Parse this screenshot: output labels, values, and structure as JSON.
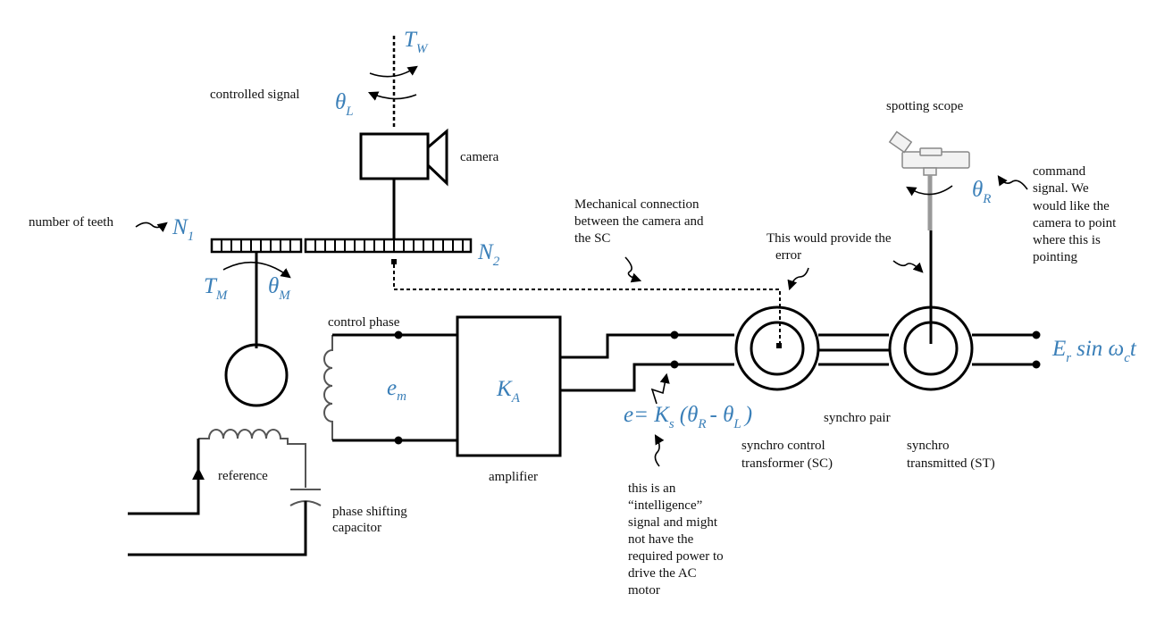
{
  "colors": {
    "symbol": "#3a7fb8",
    "line": "#000000",
    "coil": "#555555"
  },
  "icons": {
    "scope": "spotting-scope-icon",
    "camera": "camera-icon"
  },
  "labels": {
    "controlled_signal": "controlled signal",
    "camera": "camera",
    "number_of_teeth": "number of teeth",
    "mechanical_1": "Mechanical connection",
    "mechanical_2": "between the camera and",
    "mechanical_3": "the SC",
    "provide_1": "This would provide the",
    "provide_2": "error",
    "spotting_scope": "spotting scope",
    "command_1": "command",
    "command_2": "signal. We",
    "command_3": "would like the",
    "command_4": "camera to point",
    "command_5": "where this is",
    "command_6": "pointing",
    "control_phase": "control phase",
    "reference": "reference",
    "phase_1": "phase shifting",
    "phase_2": "capacitor",
    "amplifier": "amplifier",
    "synchro_pair": "synchro pair",
    "sc_1": "synchro control",
    "sc_2": "transformer (SC)",
    "st_1": "synchro",
    "st_2": "transmitted (ST)",
    "intel_1": "this is an",
    "intel_2": "“intelligence”",
    "intel_3": "signal and might",
    "intel_4": "not have the",
    "intel_5": "required power to",
    "intel_6": "drive the AC",
    "intel_7": "motor"
  },
  "symbols": {
    "T": "T",
    "W": "W",
    "theta": "θ",
    "L": "L",
    "N": "N",
    "one": "1",
    "two": "2",
    "M": "M",
    "R": "R",
    "e": "e",
    "m": "m",
    "K": "K",
    "A": "A",
    "e_eq": "e= K",
    "s": "s",
    "paren_open": "(θ",
    "minus": "- θ",
    "paren_close": ")",
    "E": "E",
    "r": "r",
    "sin_omega": "sin ω",
    "c": "c",
    "t": "t"
  }
}
